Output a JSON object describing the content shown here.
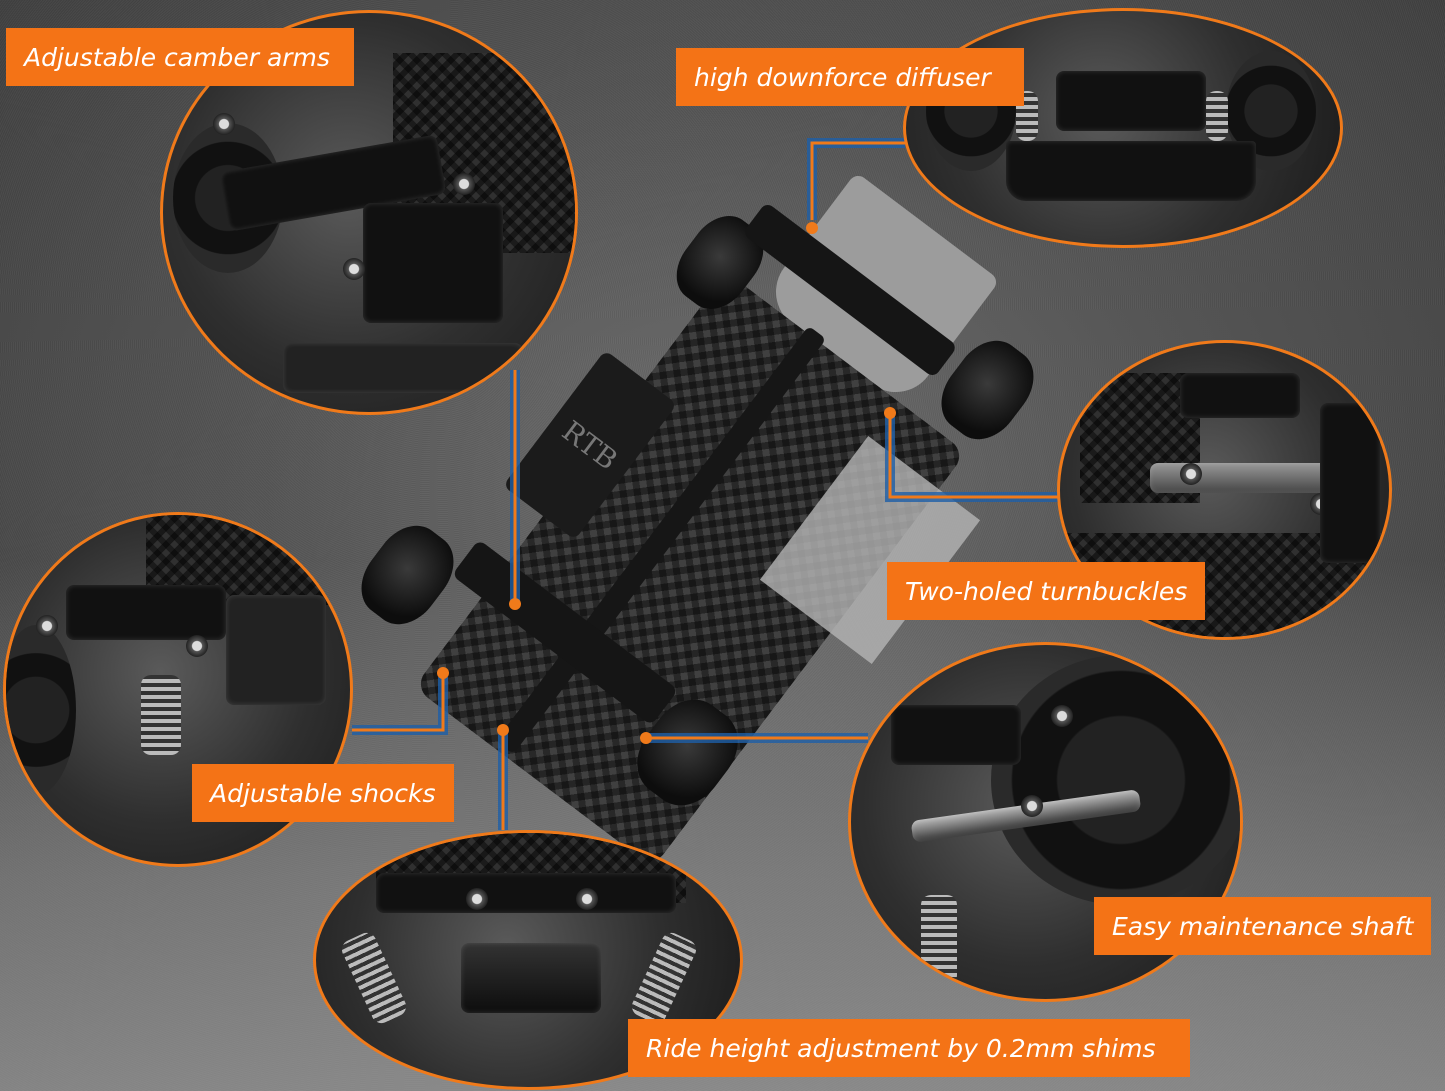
{
  "diagram": {
    "subject": "RC drift car chassis feature callouts",
    "chassis_marking": "RTB",
    "colors": {
      "label_background": "#f47316",
      "label_text": "#ffffff",
      "bubble_border": "#f07a1a",
      "leader_line": "#f07a1a",
      "leader_glow": "#1e5fa8"
    },
    "callouts": [
      {
        "id": "camber",
        "label": "Adjustable camber arms"
      },
      {
        "id": "diffuser",
        "label": "high downforce diffuser"
      },
      {
        "id": "turnbuckles",
        "label": "Two-holed turnbuckles"
      },
      {
        "id": "shocks",
        "label": "Adjustable shocks"
      },
      {
        "id": "shaft",
        "label": "Easy maintenance shaft"
      },
      {
        "id": "ride_height",
        "label": "Ride height adjustment by 0.2mm shims"
      }
    ]
  }
}
